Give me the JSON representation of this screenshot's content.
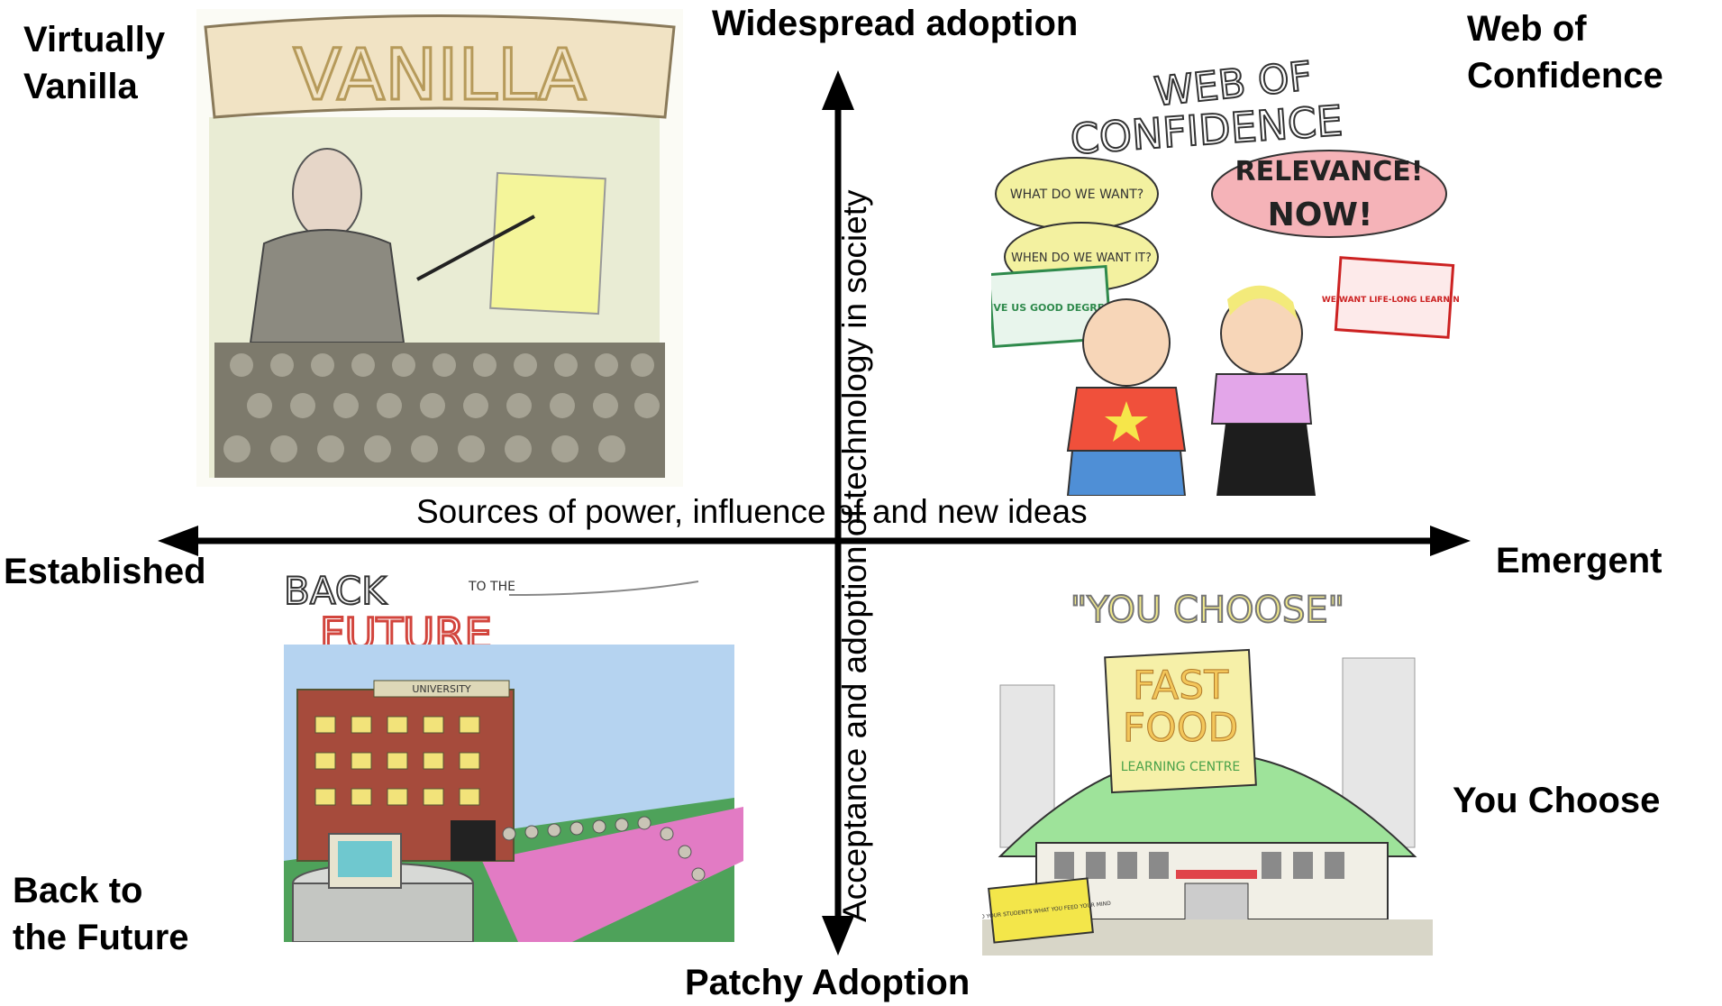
{
  "axes": {
    "top": "Widespread adoption",
    "bottom": "Patchy Adoption",
    "left": "Established",
    "right": "Emergent",
    "horizontal_label": "Sources of power, influence of and new ideas",
    "vertical_label": "Acceptance and adoption of technology in society"
  },
  "quadrants": {
    "top_left": "Virtually\nVanilla",
    "top_right": "Web of\nConfidence",
    "bottom_left": "Back to\nthe Future",
    "bottom_right": "You Choose"
  },
  "cartoons": {
    "vanilla": {
      "banner": "VANILLA"
    },
    "web": {
      "title1": "WEB OF",
      "title2": "CONFIDENCE",
      "bubble1": "WHAT DO WE WANT?",
      "bubble2": "WHEN DO WE WANT IT?",
      "bubble3a": "RELEVANCE!",
      "bubble3b": "NOW!",
      "sign1": "GIVE US GOOD DEGREES",
      "sign2": "WE WANT LIFE-LONG LEARNING"
    },
    "future": {
      "title1": "BACK",
      "title_to": "TO THE",
      "title2": "FUTURE",
      "building": "UNIVERSITY"
    },
    "choose": {
      "title": "\"YOU CHOOSE\"",
      "sign1": "FAST",
      "sign2": "FOOD",
      "sign3": "LEARNING CENTRE",
      "board": "FEED YOUR STUDENTS WHAT YOU FEED YOUR MIND"
    }
  },
  "colors": {
    "axis": "#000000",
    "vanilla_banner": "#f1e3c4",
    "web_bubble_yellow": "#f3f1a0",
    "web_bubble_pink": "#f5b3b8",
    "future_brick": "#a64b3c",
    "future_grass": "#4ea25a",
    "future_path": "#e27bc4",
    "choose_dome": "#9ee39a",
    "choose_sign": "#f6f0a8"
  }
}
